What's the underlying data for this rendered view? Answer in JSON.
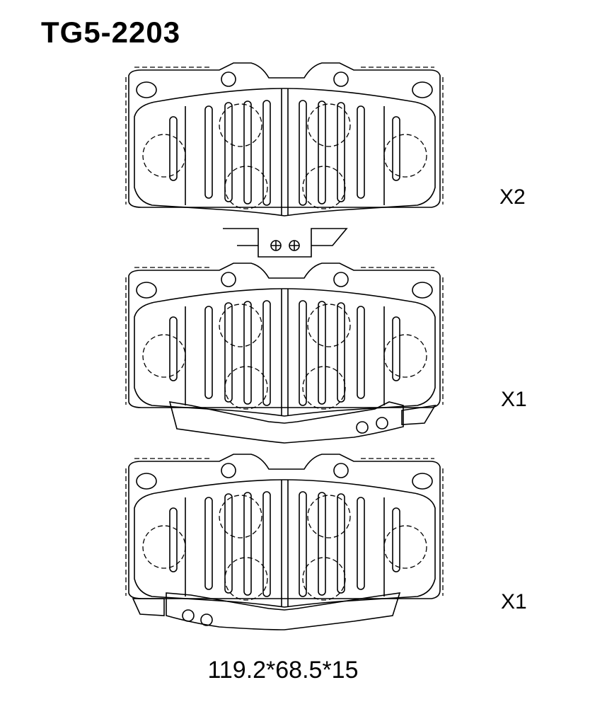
{
  "part_number": "TG5-2203",
  "pads": [
    {
      "quantity": "X2",
      "variant": "sensor-clip"
    },
    {
      "quantity": "X1",
      "variant": "shim-right"
    },
    {
      "quantity": "X1",
      "variant": "shim-left"
    }
  ],
  "dimensions": "119.2*68.5*15"
}
